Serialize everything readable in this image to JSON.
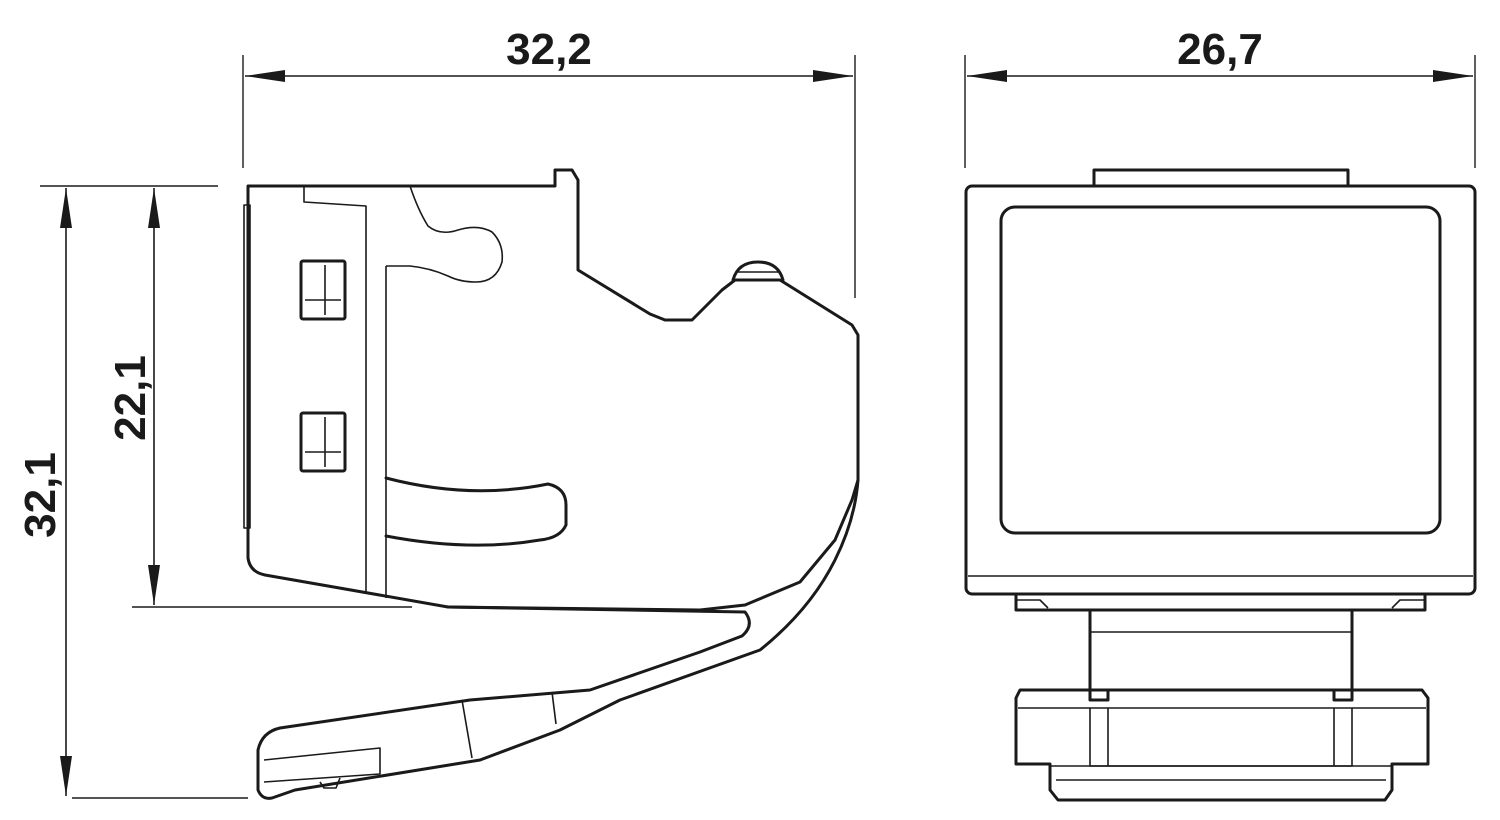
{
  "dimensions": {
    "side_width": "32,2",
    "front_width": "26,7",
    "overall_height": "32,1",
    "body_height": "22,1"
  }
}
